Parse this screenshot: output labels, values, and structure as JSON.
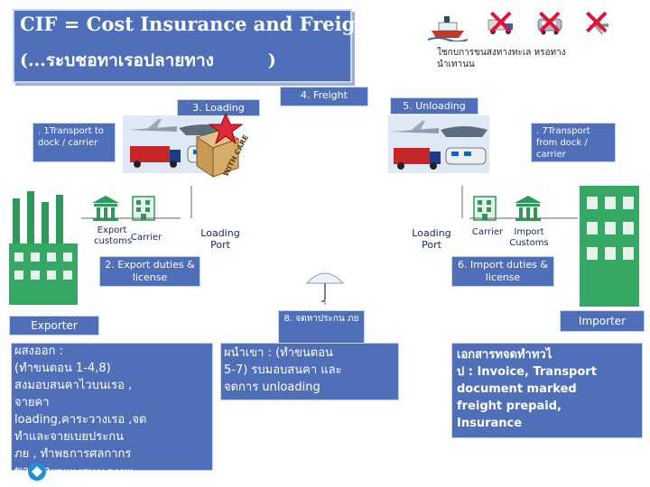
{
  "title": {
    "line1": "CIF = Cost Insurance and Freight",
    "line2_start": "(...ระบชอทาเรอปลายทาง",
    "line2_end": ")"
  },
  "top_note": "ใชกบการขนสงทางทะเล หรอทางนำเทานน",
  "steps": {
    "loading": "3. Loading",
    "freight": "4. Freight",
    "unloading": "5. Unloading",
    "transport_to": ". 1Transport to dock / carrier",
    "transport_from": ". 7Transport from dock / carrier",
    "export_duties": "2. Export duties & license",
    "import_duties": "6. Import duties & license",
    "insurance": "8. จดหาประกน ภย"
  },
  "labels": {
    "export_customs": "Export customs",
    "carrier_left": "Carrier",
    "loading_port_left": "Loading Port",
    "loading_port_right": "Loading Port",
    "carrier_right": "Carrier",
    "import_customs": "Import Customs",
    "cargo_sign": "WITH CARE"
  },
  "parties": {
    "exporter": "Exporter",
    "importer": "Importer"
  },
  "exporter_text": [
    "ผสงออก       :",
    "(ทำขนตอน        1-4,8)",
    "สงมอบสนคาไวบนเรอ          ,",
    "จายคา",
    "loading,คาระวางเรอ    ,จด",
    "ทำและจายเบยประกน",
    "ภย , ทำพธการศลกากร",
    "ขาออก,"
  ],
  "importer_mid_text": [
    "ผนำเขา       : (ทำขนตอน",
    "5-7) รบมอบสนคา       และ",
    "จดการ  unloading"
  ],
  "documents_text": [
    "เอกสารทจดทำทวไ",
    "ป : Invoice, Transport",
    "document marked",
    "freight prepaid,",
    "Insurance"
  ],
  "footer_logo": "KRUNGTHAI BANK",
  "colors": {
    "box_blue": "#4f6fb8",
    "box_border": "#c6d4ee",
    "x_red": "#e0123a",
    "building_green": "#2e9a5a",
    "star_red": "#e0283a",
    "line_gray": "#666666"
  }
}
